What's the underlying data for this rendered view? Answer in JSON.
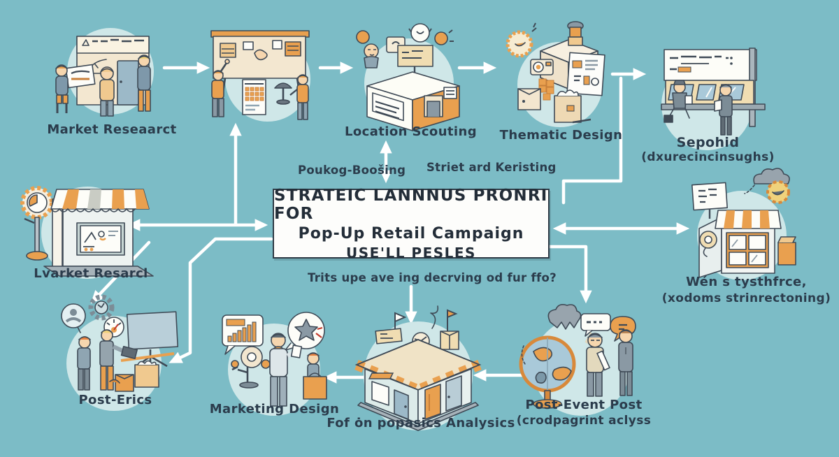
{
  "canvas": {
    "background": "#7cbcc6",
    "circle_bg": "#cfe7e8",
    "outline": "#3f4a56",
    "accent_orange": "#e9a04f",
    "cream": "#f3e7d0",
    "label_color": "#2b3c4c",
    "arrow_color": "#ffffff"
  },
  "center_box": {
    "line1": "STRATEIC LANNNUS PRONRI FOR",
    "line2": "Pop-Up Retail Campaign",
    "line3": "USE'LL PESLES"
  },
  "floating_labels": {
    "poukog": "Poukog-Boošing",
    "striet": "Striet ard Keristing",
    "trits": "Trits upe ave ing decrving od fur ffo?"
  },
  "nodes": [
    {
      "id": "market-research",
      "icon": "storefront-survey-icon",
      "label": "Market Reseaarct"
    },
    {
      "id": "planning-board",
      "icon": "planning-board-icon",
      "label": ""
    },
    {
      "id": "location-scouting",
      "icon": "kiosk-lightbulb-icon",
      "label": "Location Scouting"
    },
    {
      "id": "thematic-design",
      "icon": "design-box-icon",
      "label": "Thematic Design"
    },
    {
      "id": "sepohid",
      "icon": "signboard-people-icon",
      "label": "Sepohid",
      "sublabel": "(dxurecincinsughs)"
    },
    {
      "id": "lvarket-resarcl",
      "icon": "awning-shop-icon",
      "label": "Lvarket Resarcl"
    },
    {
      "id": "wen-tysthfrce",
      "icon": "shop-megaphone-icon",
      "label": "Wén s tysthfrce,",
      "sublabel": "(xodoms strinrectoning)"
    },
    {
      "id": "post-erics",
      "icon": "handshake-booth-icon",
      "label": "Post-Erics"
    },
    {
      "id": "marketing-design",
      "icon": "presenter-bubbles-icon",
      "label": "Marketing Design"
    },
    {
      "id": "store-analysis",
      "icon": "isometric-store-icon",
      "label": "Fof ȯn popasics Analysics"
    },
    {
      "id": "post-event",
      "icon": "globe-people-icon",
      "label": "Post-Event Post",
      "sublabel": "(crodpagrint aclyss"
    }
  ]
}
